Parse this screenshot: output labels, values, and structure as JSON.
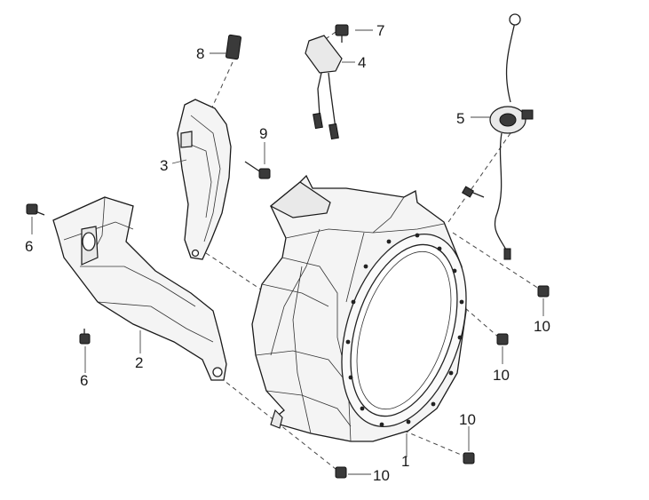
{
  "callouts": {
    "c1": "1",
    "c2": "2",
    "c3": "3",
    "c4": "4",
    "c5": "5",
    "c6a": "6",
    "c6b": "6",
    "c7": "7",
    "c8": "8",
    "c9": "9",
    "c10a": "10",
    "c10b": "10",
    "c10c": "10",
    "c10d": "10"
  }
}
